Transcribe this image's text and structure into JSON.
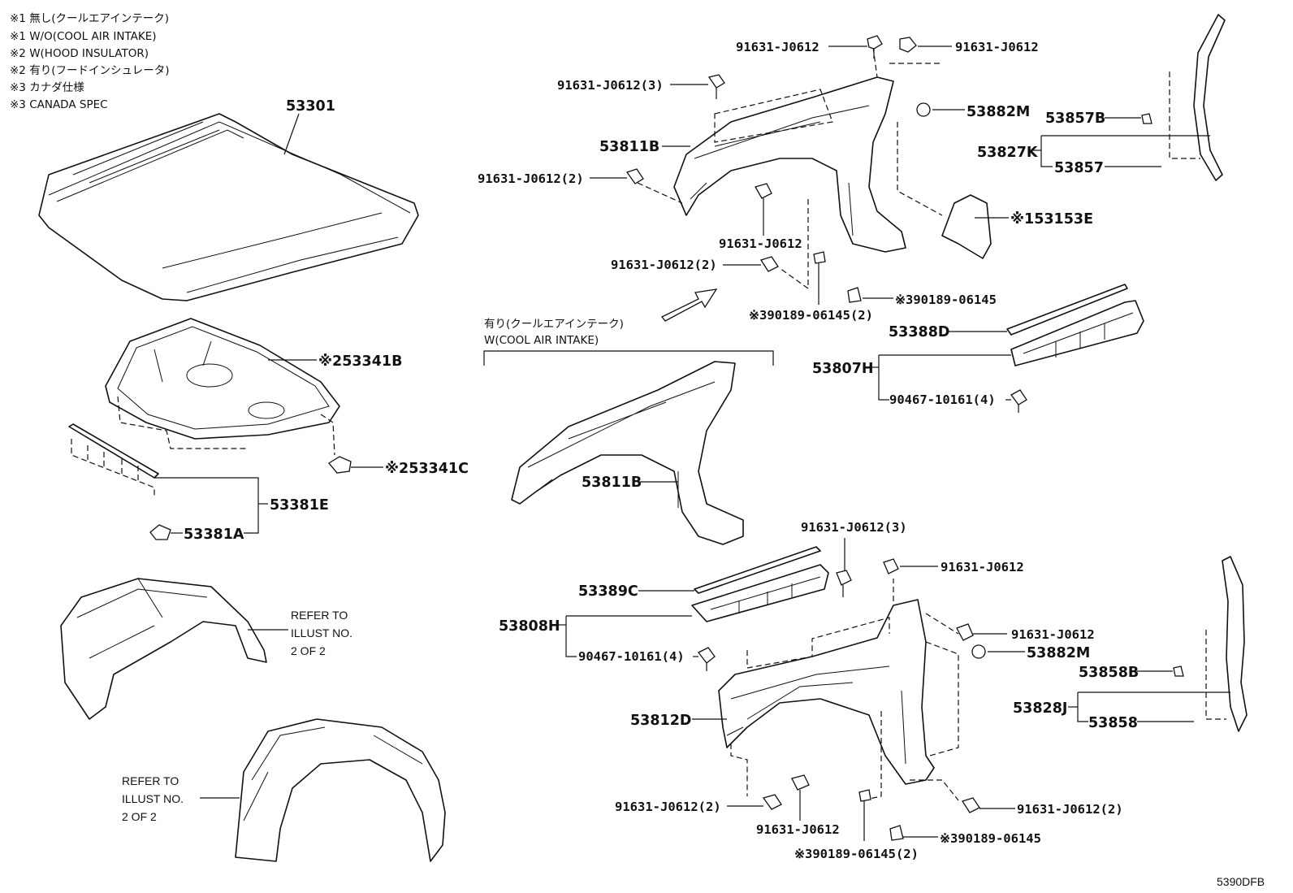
{
  "notes": [
    "※1 無し(クールエアインテーク)",
    "※1 W/O(COOL AIR INTAKE)",
    "※2 W(HOOD INSULATOR)",
    "※2 有り(フードインシュレータ)",
    "※3 カナダ仕様",
    "※3 CANADA SPEC"
  ],
  "labels": {
    "hood": "53301",
    "insulator": "※253341B",
    "insulator_clip": "※253341C",
    "seal_assy": "53381E",
    "seal_clip": "53381A",
    "fender_top_a": "91631-J0612",
    "fender_top_b": "91631-J0612",
    "fender_bolt3": "91631-J0612(3)",
    "fender_upper_label": "53811B",
    "fender_bolt2_left": "91631-J0612(2)",
    "grommet_top": "53882M",
    "fender_bolt_mid": "91631-J0612",
    "fender_bolt2_mid": "91631-J0612(2)",
    "canada_bolt2": "※390189-06145(2)",
    "canada_bolt_top": "※390189-06145",
    "liner_upper": "※153153E",
    "seal_rr_b": "53857B",
    "seal_rr_k": "53827K",
    "seal_rr": "53857",
    "cowl_seal_d": "53388D",
    "cowl_h": "53807H",
    "clip_4_top": "90467-10161(4)",
    "cool_air_jp": "有り(クールエアインテーク)",
    "cool_air_en": "W(COOL AIR INTAKE)",
    "fender_mid_label": "53811B",
    "refer_1": [
      "REFER TO",
      "ILLUST NO.",
      "2 OF 2"
    ],
    "refer_2": [
      "REFER TO",
      "ILLUST NO.",
      "2 OF 2"
    ],
    "bolt3_lower": "91631-J0612(3)",
    "cowl_seal_c": "53389C",
    "cowl_lower_h": "53808H",
    "clip_4_lower": "90467-10161(4)",
    "bolt_lower_top": "91631-J0612",
    "bolt_lower_right": "91631-J0612",
    "grommet_lower": "53882M",
    "seal_rr2_b": "53858B",
    "seal_rr2_j": "53828J",
    "seal_rr2": "53858",
    "fender_lower_label": "53812D",
    "bolt2_lower_left": "91631-J0612(2)",
    "bolt_lower_mid": "91631-J0612",
    "canada_lower2": "※390189-06145(2)",
    "canada_lower": "※390189-06145",
    "bolt2_lower_right": "91631-J0612(2)",
    "diagram_code": "5390DFB"
  }
}
